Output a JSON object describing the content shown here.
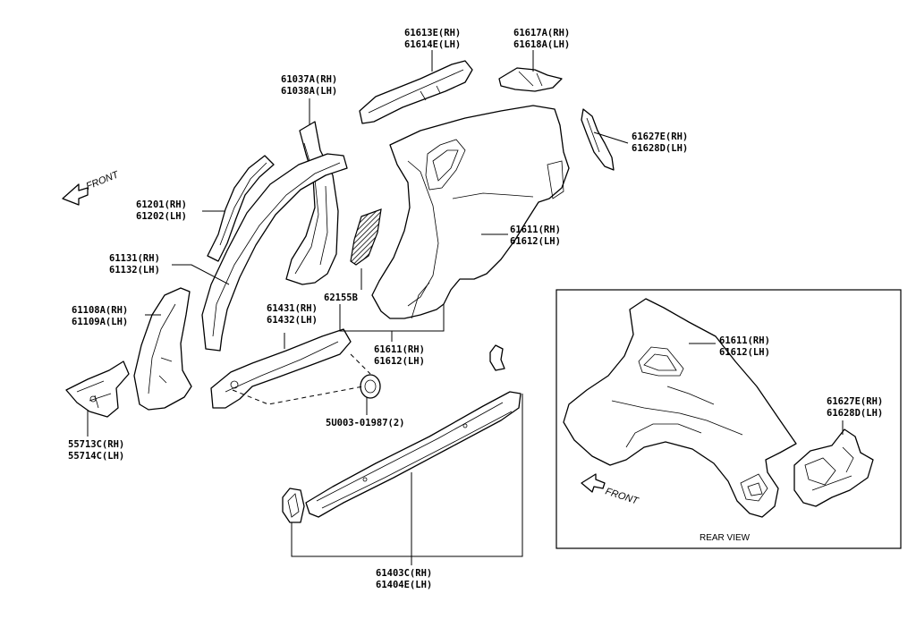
{
  "labels": {
    "l61613": [
      "61613E(RH)",
      "61614E(LH)"
    ],
    "l61617": [
      "61617A(RH)",
      "61618A(LH)"
    ],
    "l61037": [
      "61037A(RH)",
      "61038A(LH)"
    ],
    "l61627a": [
      "61627E(RH)",
      "61628D(LH)"
    ],
    "l61201": [
      "61201(RH)",
      "61202(LH)"
    ],
    "l61611a": [
      "61611(RH)",
      "61612(LH)"
    ],
    "l61131": [
      "61131(RH)",
      "61132(LH)"
    ],
    "l62155": [
      "62155B"
    ],
    "l61108": [
      "61108A(RH)",
      "61109A(LH)"
    ],
    "l61431": [
      "61431(RH)",
      "61432(LH)"
    ],
    "l61611b": [
      "61611(RH)",
      "61612(LH)"
    ],
    "l55713": [
      "55713C(RH)",
      "55714C(LH)"
    ],
    "l5u003": [
      "5U003-01987(2)"
    ],
    "l61403": [
      "61403C(RH)",
      "61404E(LH)"
    ],
    "l61611c": [
      "61611(RH)",
      "61612(LH)"
    ],
    "l61627b": [
      "61627E(RH)",
      "61628D(LH)"
    ]
  },
  "front_label": "FRONT",
  "front_label_inset": "FRONT",
  "rear_view_caption": "REAR VIEW"
}
